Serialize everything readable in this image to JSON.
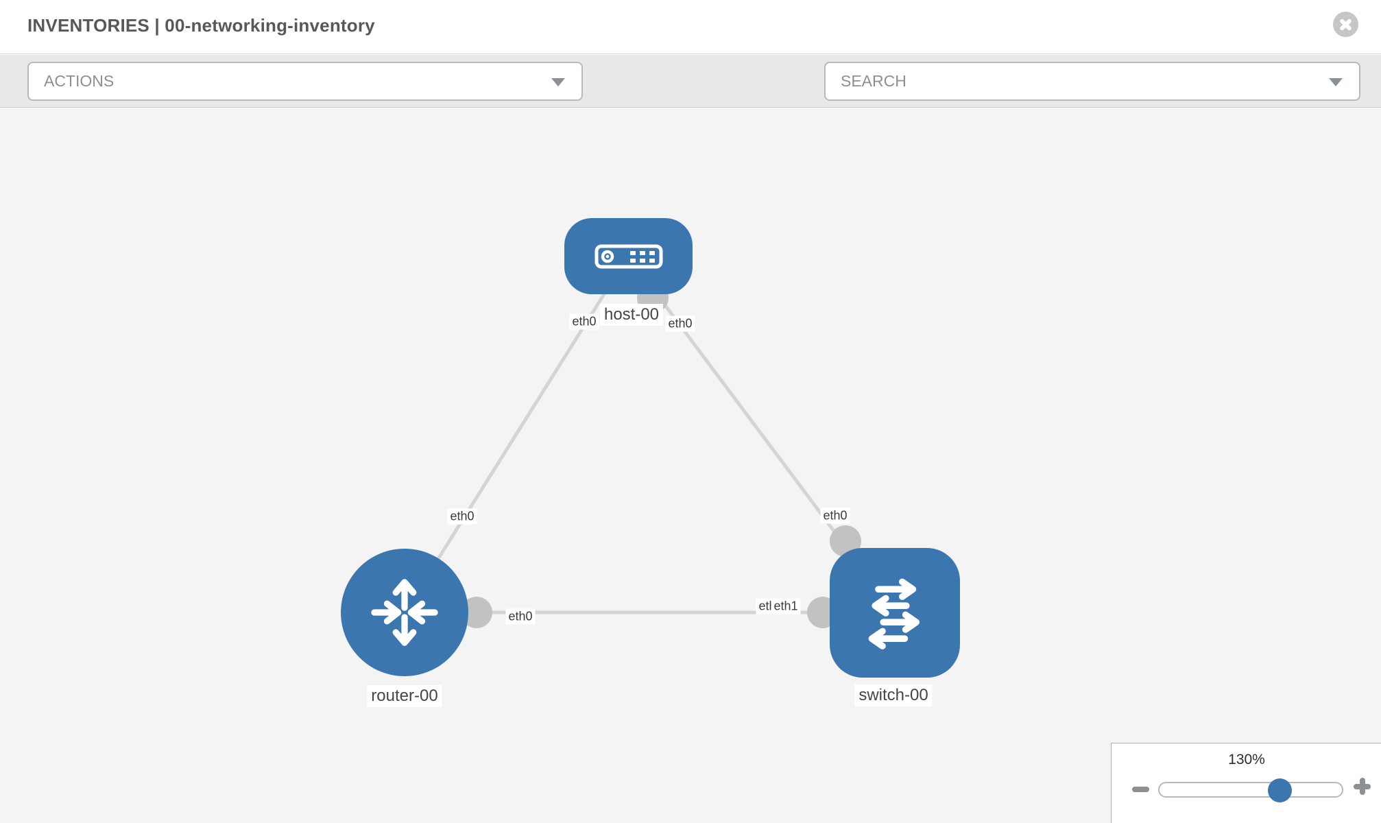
{
  "header": {
    "title": "INVENTORIES | 00-networking-inventory"
  },
  "toolbar": {
    "actions": {
      "value": "ACTIONS"
    },
    "search": {
      "placeholder": "SEARCH"
    },
    "icons": [
      "wrench-icon",
      "key-icon"
    ]
  },
  "topology": {
    "nodes": [
      {
        "label": "host-00",
        "type": "host"
      },
      {
        "label": "router-00",
        "type": "router"
      },
      {
        "label": "switch-00",
        "type": "switch"
      }
    ],
    "links": [
      {
        "from": "host-00",
        "to": "router-00",
        "from_if": "eth0",
        "to_if": "eth0"
      },
      {
        "from": "host-00",
        "to": "switch-00",
        "from_if": "eth0",
        "to_if": "eth0"
      },
      {
        "from": "router-00",
        "to": "switch-00",
        "from_if": "eth0",
        "to_if": "eth1",
        "to_if_back": "eth0"
      }
    ]
  },
  "zoom": {
    "level": "130%",
    "percent": 65
  },
  "colors": {
    "node_blue": "#3b76af",
    "link_gray": "#d4d4d4",
    "connector_gray": "#c2c2c2",
    "toolbar_gray": "#e8e8e8",
    "canvas_gray": "#f4f4f4"
  }
}
